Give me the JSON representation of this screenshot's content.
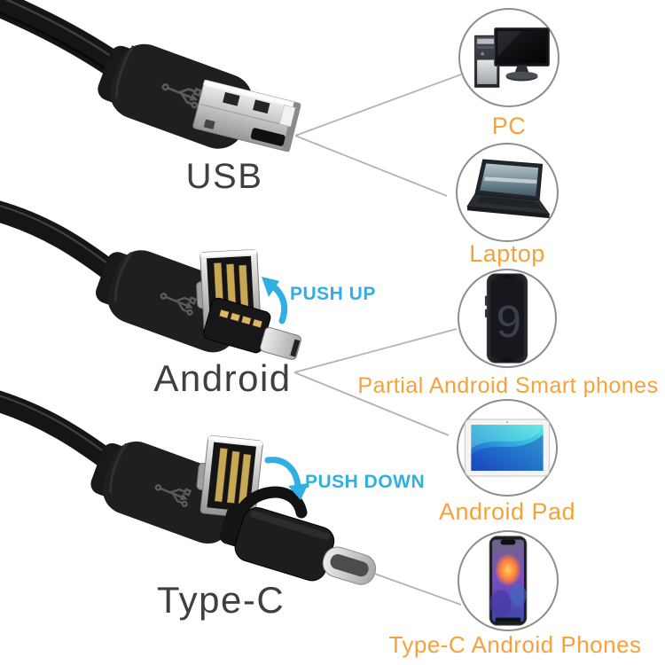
{
  "connectors": {
    "usb": {
      "label": "USB"
    },
    "android": {
      "label": "Android",
      "action": "PUSH UP"
    },
    "type_c": {
      "label": "Type-C",
      "action": "PUSH DOWN"
    }
  },
  "devices": [
    {
      "id": "pc",
      "label": "PC"
    },
    {
      "id": "laptop",
      "label": "Laptop"
    },
    {
      "id": "android_phone",
      "label": "Partial Android Smart phones",
      "screen_glyph": "9"
    },
    {
      "id": "android_pad",
      "label": "Android Pad"
    },
    {
      "id": "type_c_phone",
      "label": "Type-C Android Phones"
    }
  ],
  "colors": {
    "accent_orange": "#f6a239",
    "accent_cyan": "#2fafe2",
    "label_dark": "#3f3f3f",
    "line_gray": "#b3b3b3",
    "circle_border": "#8d8d8d"
  }
}
